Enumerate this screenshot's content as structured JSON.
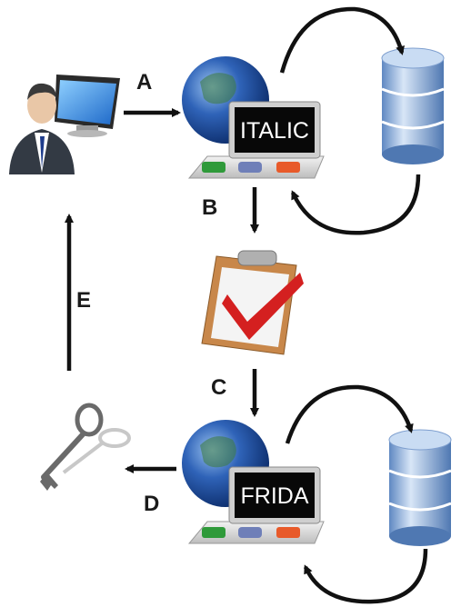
{
  "steps": {
    "a": "A",
    "b": "B",
    "c": "C",
    "d": "D",
    "e": "E"
  },
  "servers": {
    "top": {
      "label": "ITALIC",
      "icons": [
        "globe-icon",
        "laptop-icon",
        "database-icon"
      ]
    },
    "bottom": {
      "label": "FRIDA",
      "icons": [
        "globe-icon",
        "laptop-icon",
        "database-icon"
      ]
    }
  },
  "icons": {
    "user": "user-at-computer-icon",
    "checklist": "clipboard-checkmark-icon",
    "key": "key-icon"
  },
  "colors": {
    "arrow": "#111111",
    "globe": "#1f4fa0",
    "database": "#8fb3e0",
    "check": "#d42020",
    "clipboard": "#c8874a"
  }
}
